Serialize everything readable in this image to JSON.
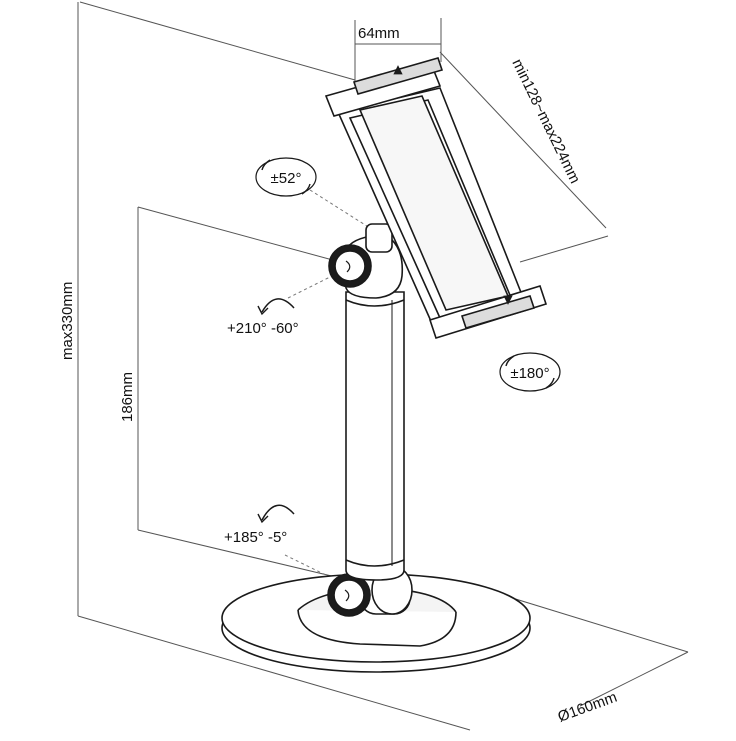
{
  "dimensions": {
    "clamp_depth": "64mm",
    "clamp_range": "min128~max224mm",
    "max_height": "max330mm",
    "arm_height": "186mm",
    "base_diameter": "Ø160mm"
  },
  "rotations": {
    "tilt_top": "±52°",
    "rotate_holder": "±180°",
    "upper_joint": "+210° -60°",
    "lower_joint": "+185°  -5°"
  },
  "colors": {
    "line": "#1a1a1a",
    "guide": "#555555",
    "fill": "#ffffff",
    "shade": "#e6e6e6"
  }
}
